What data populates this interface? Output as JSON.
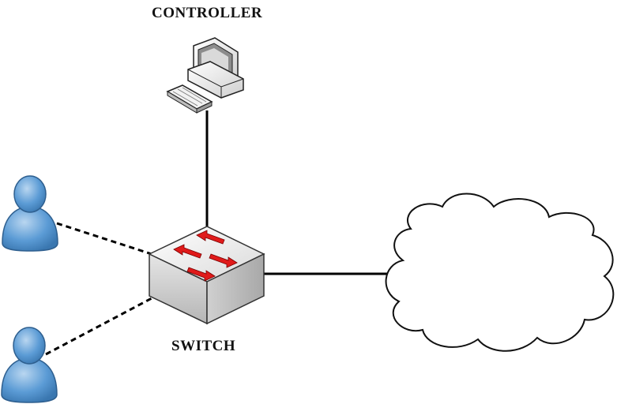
{
  "labels": {
    "controller": "CONTROLLER",
    "switch": "SWITCH"
  },
  "icons": {
    "controller": "desktop-computer-icon",
    "switch": "network-switch-icon",
    "network": "cloud-icon",
    "users": [
      "user-icon",
      "user-icon"
    ]
  },
  "colors": {
    "user_fill": "#5b9bd5",
    "user_stroke": "#2e5f8f",
    "switch_arrows": "#e01a1a",
    "lines": "#000000"
  },
  "links": [
    {
      "from": "controller",
      "to": "switch",
      "style": "solid"
    },
    {
      "from": "switch",
      "to": "network",
      "style": "solid"
    },
    {
      "from": "user-1",
      "to": "switch",
      "style": "dashed"
    },
    {
      "from": "user-2",
      "to": "switch",
      "style": "dashed"
    }
  ]
}
